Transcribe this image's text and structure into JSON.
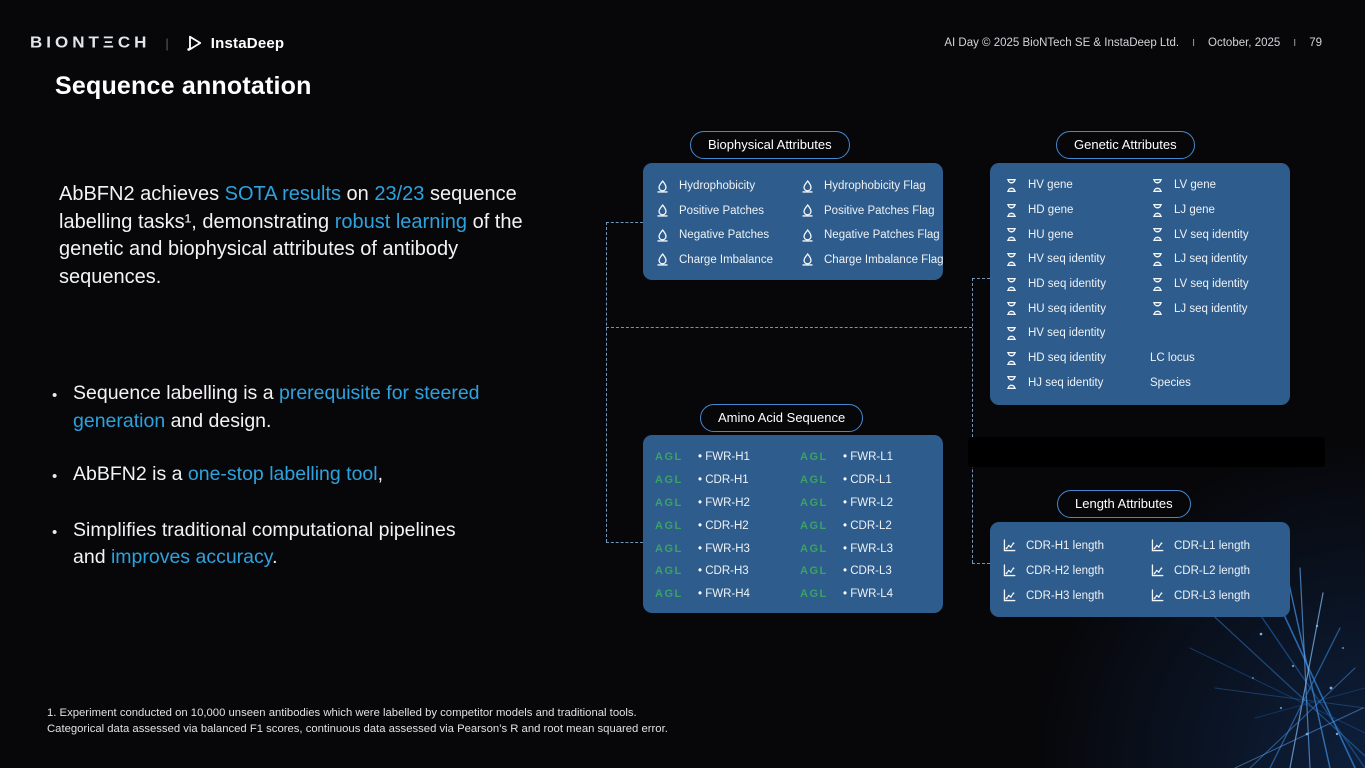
{
  "header": {
    "biontech_wordmark": "BIONTΞCH",
    "logo_divider": "|",
    "instadeep_name": "InstaDeep",
    "meta_left": "AI Day © 2025  BioNTech SE & InstaDeep Ltd.",
    "meta_sep1": "I",
    "meta_date": "October, 2025",
    "meta_sep2": "I",
    "meta_page": "79"
  },
  "title": "Sequence annotation",
  "colors": {
    "accent_blue": "#2da2dd",
    "panel_blue": "#2e5c8c",
    "pill_border_blue": "#4688cf",
    "agl_green": "#3ba266",
    "background": "#07070a"
  },
  "intro": {
    "s1": "AbBFN2 achieves ",
    "s2": "SOTA results",
    "s3": " on ",
    "s4": "23/23",
    "s5": " sequence labelling tasks¹, demonstrating ",
    "s6": "robust learning",
    "s7": " of the genetic and biophysical attributes of antibody sequences."
  },
  "bullets": {
    "marker": "•",
    "b1": {
      "s1": "Sequence labelling is a ",
      "s2": "prerequisite for steered generation",
      "s3": " and design."
    },
    "b2": {
      "s1": "AbBFN2 is a ",
      "s2": "one-stop labelling tool",
      "s3": ","
    },
    "b3": {
      "s1": "Simplifies traditional computational pipelines and ",
      "s2": "improves accuracy",
      "s3": "."
    }
  },
  "biophysical": {
    "title": "Biophysical Attributes",
    "icon": "droplet-icon",
    "left": [
      "Hydrophobicity",
      "Positive Patches",
      "Negative Patches",
      "Charge Imbalance"
    ],
    "right": [
      "Hydrophobicity Flag",
      "Positive Patches Flag",
      "Negative Patches Flag",
      "Charge Imbalance Flag"
    ]
  },
  "genetic": {
    "title": "Genetic Attributes",
    "icon": "dna-icon",
    "left": [
      "HV gene",
      "HD gene",
      "HU gene",
      "HV seq identity",
      "HD seq identity",
      "HU seq identity",
      "HV seq identity",
      "HD seq identity",
      "HJ seq identity"
    ],
    "right": [
      "LV gene",
      "LJ gene",
      "LV seq identity",
      "LJ seq identity",
      "LV seq identity",
      "LJ seq identity",
      "",
      "LC locus",
      "Species"
    ]
  },
  "amino": {
    "title": "Amino Acid Sequence",
    "tag": "AGL",
    "left": [
      "FWR-H1",
      "CDR-H1",
      "FWR-H2",
      "CDR-H2",
      "FWR-H3",
      "CDR-H3",
      "FWR-H4"
    ],
    "right": [
      "FWR-L1",
      "CDR-L1",
      "FWR-L2",
      "CDR-L2",
      "FWR-L3",
      "CDR-L3",
      "FWR-L4"
    ]
  },
  "length": {
    "title": "Length Attributes",
    "icon": "bar-chart-icon",
    "left": [
      "CDR-H1 length",
      "CDR-H2 length",
      "CDR-H3 length"
    ],
    "right": [
      "CDR-L1 length",
      "CDR-L2 length",
      "CDR-L3 length"
    ]
  },
  "footnote": {
    "line1": "1. Experiment conducted on 10,000 unseen antibodies which were labelled by competitor models and traditional tools.",
    "line2": "Categorical data assessed via balanced F1 scores, continuous data assessed via Pearson’s R and root mean squared error."
  }
}
